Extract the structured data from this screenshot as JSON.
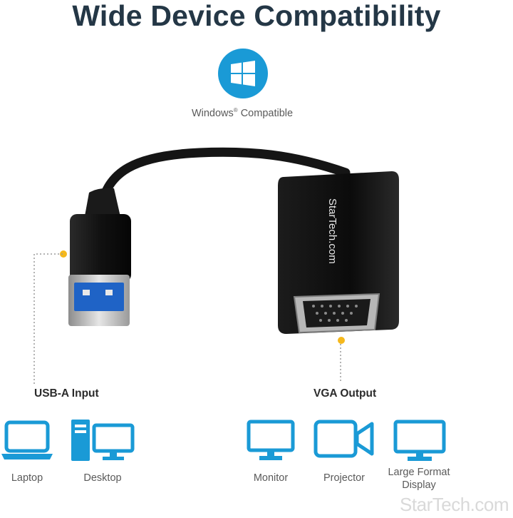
{
  "header": {
    "title": "Wide Device Compatibility"
  },
  "compatibility": {
    "caption_prefix": "Windows",
    "caption_mark": "®",
    "caption_suffix": " Compatible",
    "icon": "windows-logo-icon",
    "badge_color": "#1a9ad6"
  },
  "product": {
    "brand": "StarTech.com",
    "input_label": "USB-A Input",
    "output_label": "VGA Output",
    "callout_color": "#f5b81c"
  },
  "input_devices": [
    {
      "label": "Laptop",
      "icon": "laptop-icon"
    },
    {
      "label": "Desktop",
      "icon": "desktop-icon"
    }
  ],
  "output_devices": [
    {
      "label": "Monitor",
      "icon": "monitor-icon"
    },
    {
      "label": "Projector",
      "icon": "projector-icon"
    },
    {
      "label": "Large Format\nDisplay",
      "icon": "large-display-icon"
    }
  ],
  "icon_color": "#1a9ad6",
  "watermark": "StarTech.com"
}
